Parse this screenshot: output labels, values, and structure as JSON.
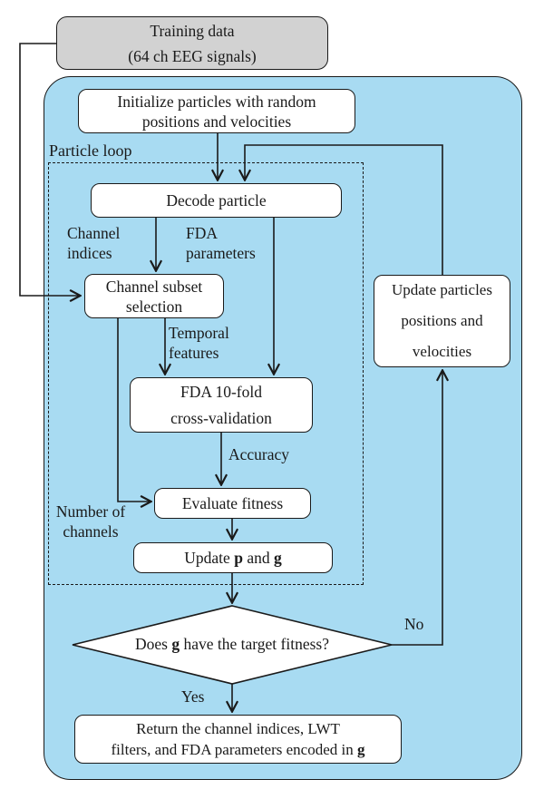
{
  "diagram": {
    "colors": {
      "container_fill": "#a8dbf2",
      "training_fill": "#d2d2d2",
      "node_fill": "#ffffff",
      "line_color": "#1a1a1a"
    },
    "training_box": {
      "line1": "Training data",
      "line2": "(64 ch EEG signals)"
    },
    "particle_loop_label": "Particle loop",
    "boxes": {
      "initialize": "Initialize particles with random\npositions and velocities",
      "decode": "Decode particle",
      "channel_subset": "Channel subset\nselection",
      "fda_cv": "FDA 10-fold\ncross-validation",
      "evaluate": "Evaluate fitness",
      "update_pg": {
        "pre": "Update ",
        "bold1": "p",
        "mid": " and ",
        "bold2": "g"
      },
      "update_particles": "Update particles\npositions and\nvelocities",
      "return": {
        "line1": "Return the channel indices, LWT",
        "line2_pre": "filters, and FDA parameters encoded in ",
        "line2_bold": "g"
      }
    },
    "decision": {
      "pre": "Does ",
      "bold": "g",
      "post": " have the target fitness?"
    },
    "edge_labels": {
      "channel_indices": "Channel\nindices",
      "fda_parameters": "FDA\nparameters",
      "temporal_features": "Temporal\nfeatures",
      "accuracy": "Accuracy",
      "number_of_channels": "Number of\nchannels",
      "no": "No",
      "yes": "Yes"
    }
  }
}
